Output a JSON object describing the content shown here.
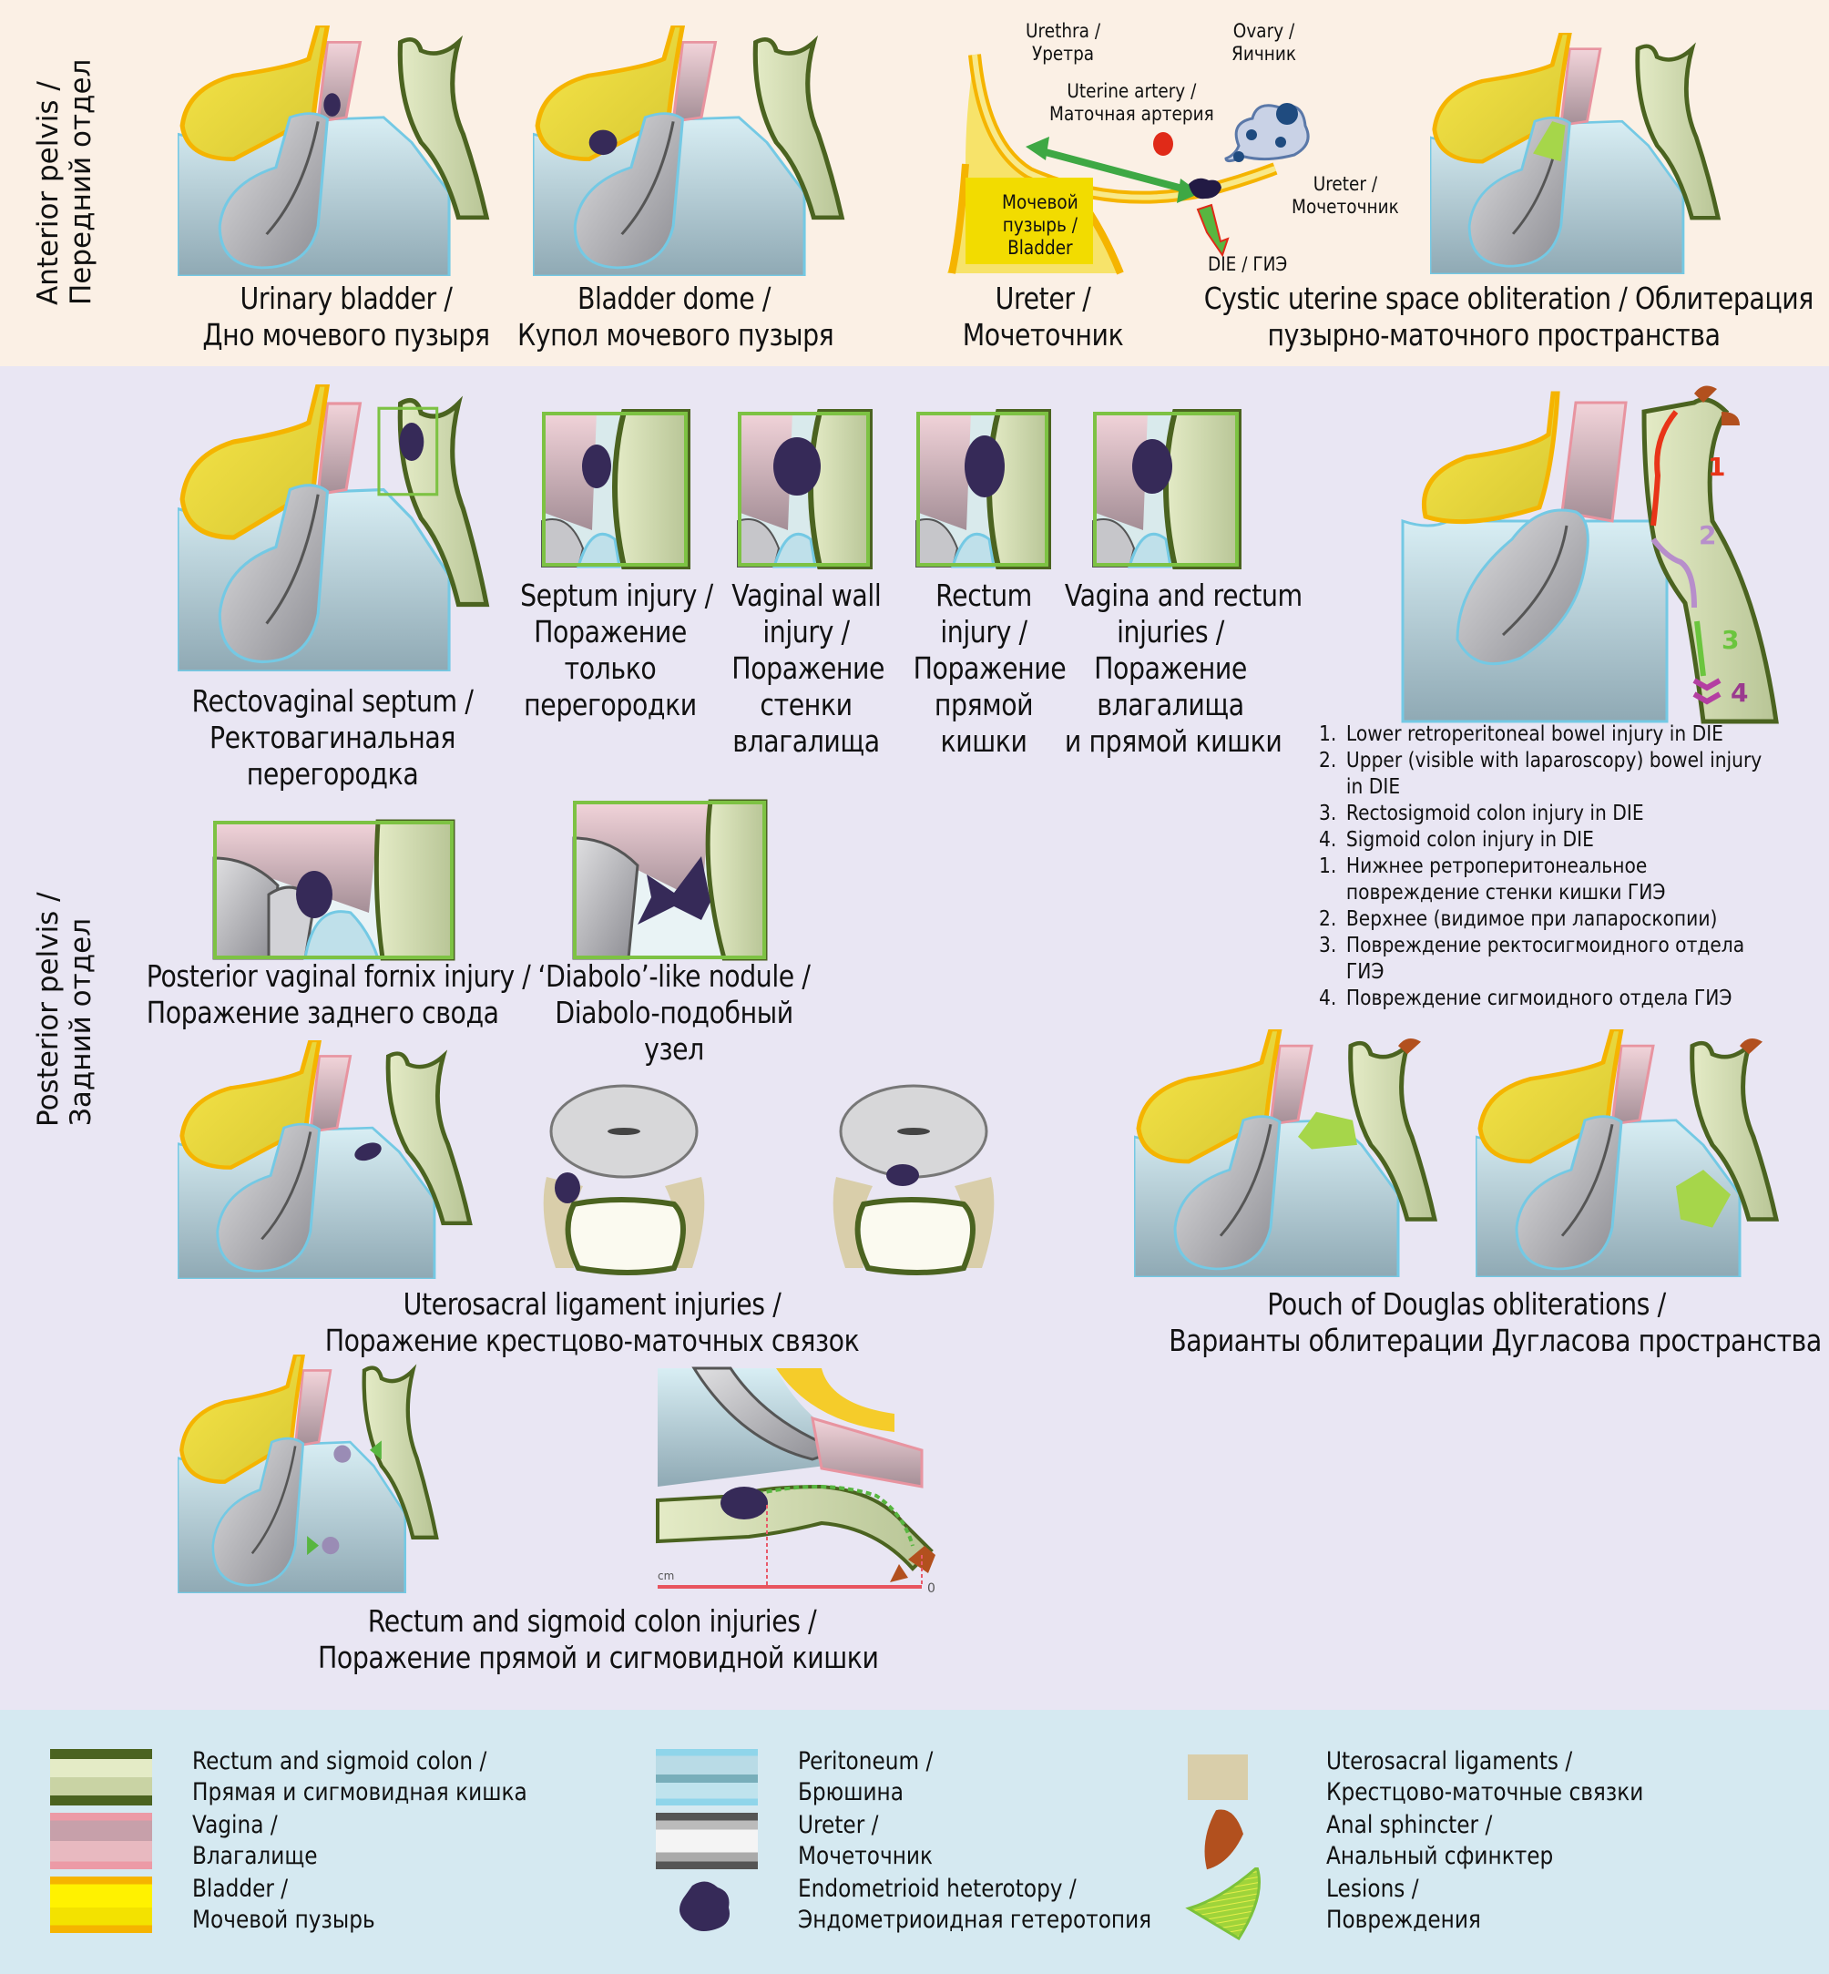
{
  "sections": {
    "anterior": {
      "label_en": "Anterior pelvis /",
      "label_ru": "Передний отдел"
    },
    "posterior": {
      "label_en": "Posterior pelvis /",
      "label_ru": "Задний отдел"
    }
  },
  "anterior_figures": [
    {
      "caption_en": "Urinary bladder /",
      "caption_ru": "Дно мочевого пузыря"
    },
    {
      "caption_en": "Bladder dome /",
      "caption_ru": "Купол мочевого пузыря"
    },
    {
      "caption_en": "Ureter /",
      "caption_ru": "Мочеточник"
    },
    {
      "caption_en": "Cystic uterine space obliteration / Облитерация",
      "caption_ru": "пузырно-маточного пространства"
    }
  ],
  "ureter_diagram": {
    "urethra": [
      "Urethra /",
      "Уретра"
    ],
    "ovary": [
      "Ovary /",
      "Яичник"
    ],
    "uterine_artery": [
      "Uterine artery /",
      "Маточная артерия"
    ],
    "ureter": [
      "Ureter /",
      "Мочеточник"
    ],
    "bladder": [
      "Мочевой",
      "пузырь /",
      "Bladder"
    ],
    "die": "DIE / ГИЭ"
  },
  "rectovaginal": {
    "main_caption": [
      "Rectovaginal septum /",
      "Ректовагинальная",
      "перегородка"
    ],
    "details": [
      {
        "lines": [
          "Septum injury /",
          "Поражение",
          "только",
          "перегородки"
        ]
      },
      {
        "lines": [
          "Vaginal wall",
          "injury /",
          "Поражение",
          "стенки",
          "влагалища"
        ]
      },
      {
        "lines": [
          "Rectum",
          "injury /",
          "Поражение",
          "прямой",
          "кишки"
        ]
      },
      {
        "lines": [
          "Vagina and rectum",
          "injuries /",
          "Поражение",
          "влагалища",
          "и прямой кишки"
        ]
      }
    ]
  },
  "fornix": {
    "caption_en": "Posterior vaginal fornix injury /",
    "caption_ru": "Поражение заднего свода"
  },
  "diabolo": {
    "caption_en": "‘Diabolo’-like nodule /",
    "caption_ru": "Diabolo-подобный",
    "caption_ru2": "узел"
  },
  "bowel_levels": {
    "markers": [
      "1",
      "2",
      "3",
      "4"
    ],
    "list": [
      {
        "num": "1.",
        "text": "Lower retroperitoneal bowel injury in DIE"
      },
      {
        "num": "2.",
        "text": "Upper (visible with laparoscopy) bowel injury in DIE"
      },
      {
        "num": "3.",
        "text": "Rectosigmoid colon injury in DIE"
      },
      {
        "num": "4.",
        "text": "Sigmoid colon injury in DIE"
      },
      {
        "num": "1.",
        "text": "Нижнее ретроперитонеальное повреждение стенки кишки ГИЭ"
      },
      {
        "num": "2.",
        "text": "Верхнее (видимое при лапароскопии)"
      },
      {
        "num": "3.",
        "text": "Повреждение ректосигмоидного отдела ГИЭ"
      },
      {
        "num": "4.",
        "text": "Повреждение сигмоидного отдела ГИЭ"
      }
    ]
  },
  "uterosacral": {
    "caption_en": "Uterosacral ligament injuries /",
    "caption_ru": "Поражение крестцово-маточных связок"
  },
  "douglas": {
    "caption_en": "Pouch of Douglas obliterations /",
    "caption_ru": "Варианты облитерации Дугласова пространства"
  },
  "rectum_sigmoid": {
    "caption_en": "Rectum and sigmoid colon injuries /",
    "caption_ru": "Поражение прямой и сигмовидной кишки",
    "scale_unit": "cm",
    "scale_zero": "0"
  },
  "legend": [
    {
      "en": "Rectum and sigmoid colon /",
      "ru": "Прямая и сигмовидная кишка",
      "icon": "rectum-swatch"
    },
    {
      "en": "Vagina /",
      "ru": "Влагалище",
      "icon": "vagina-swatch"
    },
    {
      "en": "Bladder /",
      "ru": "Мочевой пузырь",
      "icon": "bladder-swatch"
    },
    {
      "en": "Peritoneum /",
      "ru": "Брюшина",
      "icon": "peritoneum-swatch"
    },
    {
      "en": "Ureter /",
      "ru": "Мочеточник",
      "icon": "ureter-swatch"
    },
    {
      "en": "Endometrioid heterotopy /",
      "ru": "Эндометриоидная гетеротопия",
      "icon": "nodule-icon"
    },
    {
      "en": "Uterosacral ligaments /",
      "ru": "Крестцово-маточные связки",
      "icon": "ligament-swatch"
    },
    {
      "en": "Anal sphincter /",
      "ru": "Анальный сфинктер",
      "icon": "sphincter-icon"
    },
    {
      "en": "Lesions /",
      "ru": "Повреждения",
      "icon": "lesion-icon"
    }
  ],
  "colors": {
    "anterior_bg": "#fbf0e5",
    "posterior_bg": "#e9e6f3",
    "legend_bg": "#d5e9f1",
    "bladder": "#f6df3a",
    "bladder_outline": "#f5b400",
    "vagina": "#d8b8c0",
    "vagina_outline": "#e894a0",
    "rectum": "#d2dcae",
    "rectum_outline": "#4b6320",
    "peritoneum": "#bfe0ea",
    "peritoneum_outline": "#74c9e4",
    "uterus": "#b4b4b8",
    "nodule": "#362a58",
    "lesion": "#9fd43a",
    "sphincter": "#b2501e",
    "ligament": "#d9ceaa",
    "detail_frame": "#7dc243"
  }
}
